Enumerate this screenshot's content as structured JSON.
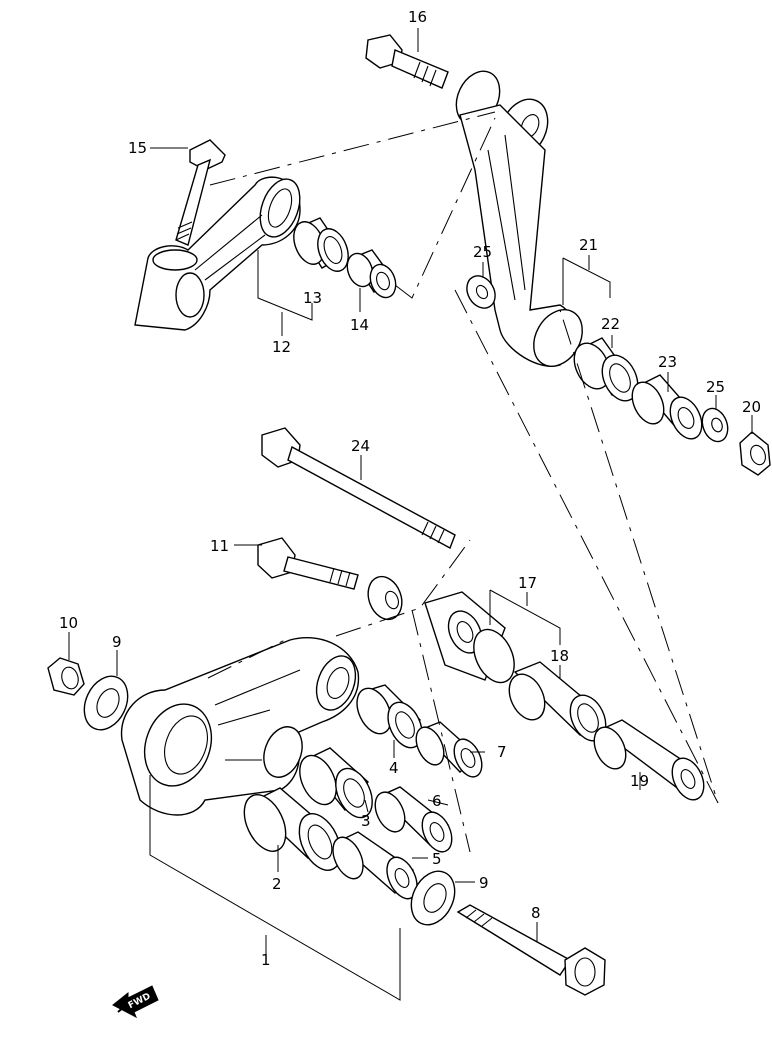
{
  "callouts": {
    "c1": "1",
    "c2": "2",
    "c3": "3",
    "c4": "4",
    "c5": "5",
    "c6": "6",
    "c7": "7",
    "c8": "8",
    "c9a": "9",
    "c9b": "9",
    "c10": "10",
    "c11": "11",
    "c12": "12",
    "c13": "13",
    "c14": "14",
    "c15": "15",
    "c16": "16",
    "c17": "17",
    "c18": "18",
    "c19": "19",
    "c20": "20",
    "c21": "21",
    "c22": "22",
    "c23": "23",
    "c24": "24",
    "c25a": "25",
    "c25b": "25"
  },
  "fwd_arrow": {
    "label": "FWD"
  },
  "colors": {
    "line": "#000000",
    "background": "#ffffff"
  }
}
